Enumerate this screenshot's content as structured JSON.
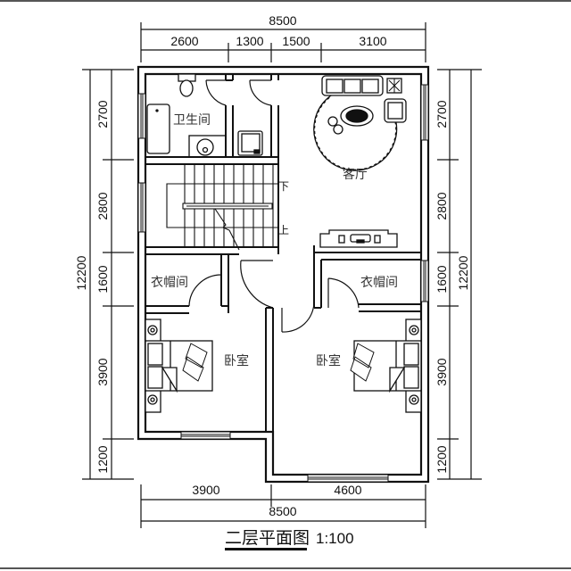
{
  "drawing": {
    "title": "二层平面图",
    "scale": "1:100"
  },
  "dimensions": {
    "top": {
      "total": "8500",
      "segments": [
        "2600",
        "1300",
        "1500",
        "3100"
      ]
    },
    "bottom": {
      "total": "8500",
      "segments": [
        "3900",
        "4600"
      ]
    },
    "left": {
      "total": "12200",
      "segments": [
        "2700",
        "2800",
        "1600",
        "3900",
        "1200"
      ]
    },
    "right": {
      "total": "12200",
      "segments": [
        "2700",
        "2800",
        "1600",
        "3900",
        "1200"
      ]
    }
  },
  "rooms": {
    "bathroom": "卫生间",
    "living_room": "客厅",
    "closet_left": "衣帽间",
    "closet_right": "衣帽间",
    "bedroom_left": "卧室",
    "bedroom_right": "卧室"
  },
  "stairs": {
    "down": "下",
    "up": "上"
  },
  "colors": {
    "wall": "#111111",
    "background": "#ffffff",
    "window": "#111111"
  }
}
